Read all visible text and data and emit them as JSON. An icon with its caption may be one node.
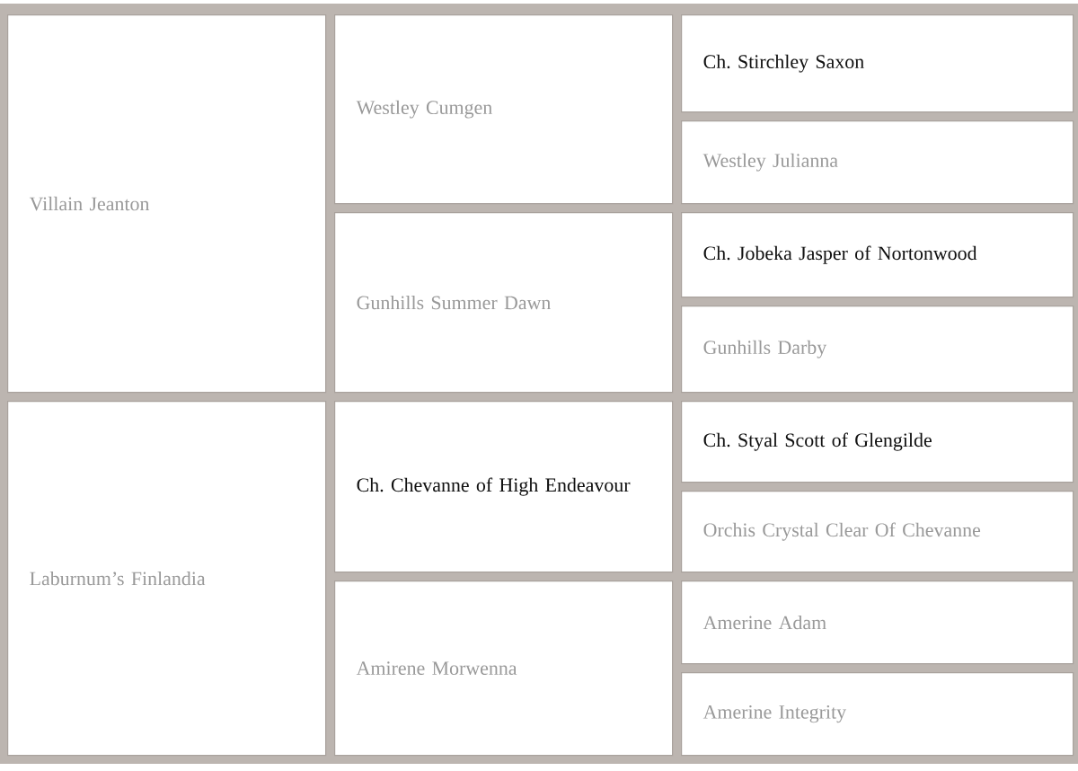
{
  "diagram": {
    "nodes": [
      {
        "text": [
          "Villain Jeanton"
        ]
      },
      {
        "text": [
          "Westley Cumgen"
        ]
      },
      {
        "text": [
          "Ch. Stirchley Saxon"
        ]
      },
      {
        "text": [
          "Westley Julianna"
        ]
      },
      {
        "text": [
          "Gunhills Summer Dawn"
        ]
      },
      {
        "text": [
          "Ch. Jobeka Jasper of Nortonwood"
        ]
      },
      {
        "text": [
          "Gunhills Darby"
        ]
      },
      {
        "text": [
          "Laburnum’s Finlandia"
        ]
      },
      {
        "text": [
          "Ch. Chevanne of High Endeavour"
        ]
      },
      {
        "text": [
          "Ch. Styal Scott of Glengilde"
        ]
      },
      {
        "text": [
          "Orchis Crystal Clear Of Chevanne"
        ]
      },
      {
        "text": [
          "Amirene Morwenna"
        ]
      },
      {
        "text": [
          "Amerine Adam"
        ]
      },
      {
        "text": [
          "Amerine Integrity"
        ]
      }
    ]
  }
}
